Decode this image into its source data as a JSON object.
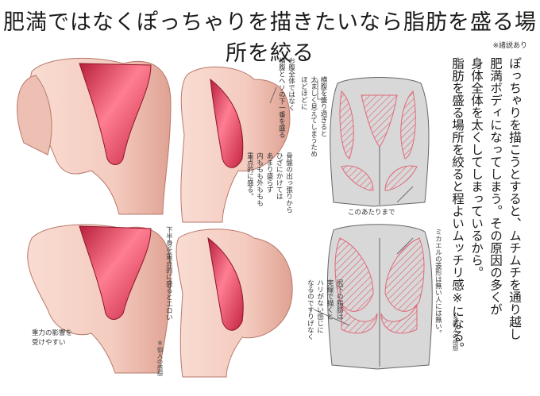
{
  "title": "肥満ではなくぽっちゃりを描きたいなら脂肪を盛る場所を絞る",
  "title_note": "※諸説あり",
  "notes": {
    "top_middle": "お腹全体ではなく\n横腹とヘソの下一番を盛る",
    "side_band": "横腹を盛り過ぎると\n太ましく見えてしまうため\nほどほどに",
    "hip_bone": "骨盤の出っ張りから\nひざにかけては\nあまり盛らず\n内ももも外ももも\n重点的に盛る。",
    "this_area": "このあたりまで",
    "gravity": "重力の影響を\n受けやすい",
    "lower_hip": "下半身を重点的に盛るとエロい",
    "lower_hip_personal": "※個人の感想",
    "micro_loose": "ミカエルの菱形は無い人には無い。",
    "under_hip": "尻下の脂肪は\n実線で描くと\nハリがない感じに\nなるのですりげなく",
    "personal_right": "※個人の感想"
  },
  "main_text": "ぽっちゃりを描こうとすると、ムチムチを通り越し\n肥満ボディになってしまう。その原因の多くが\n身体全体を太くしてしまっているから。\n脂肪を盛る場所を絞ると程よいムッチリ感※になる。",
  "colors": {
    "skin": "#f7d3c9",
    "skin_shadow": "#e3aa9d",
    "suit": "#d9344f",
    "suit_highlight": "#ff8a9b",
    "diagram_fill": "#d9d9d9",
    "hatch": "#e06878"
  }
}
